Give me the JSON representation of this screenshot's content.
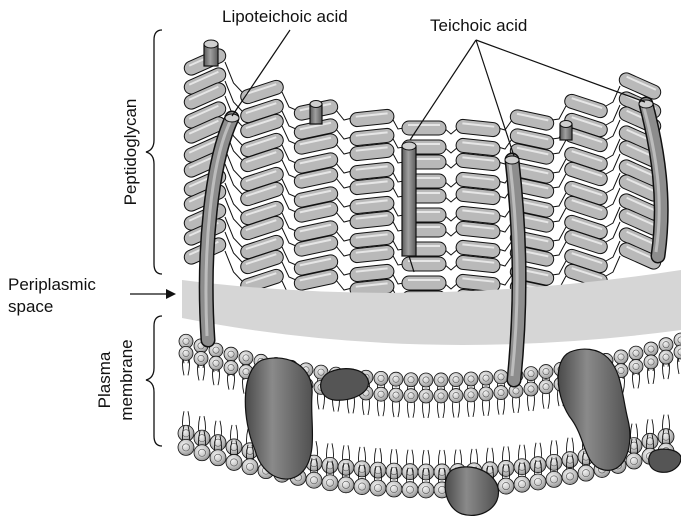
{
  "labels": {
    "lipoteichoic_acid": "Lipoteichoic acid",
    "teichoic_acid": "Teichoic acid",
    "peptidoglycan": "Peptidoglycan",
    "periplasmic_line1": "Periplasmic",
    "periplasmic_line2": "space",
    "plasma_line1": "Plasma",
    "plasma_line2": "membrane"
  },
  "colors": {
    "background": "#ffffff",
    "glycan_fill": "#b9b9b9",
    "periplasm": "#d6d6d6",
    "acid_rod": "#8d8d8d",
    "protein": "#6b6b6b",
    "lipid_head": "#c2c2c2",
    "outline": "#111111"
  }
}
